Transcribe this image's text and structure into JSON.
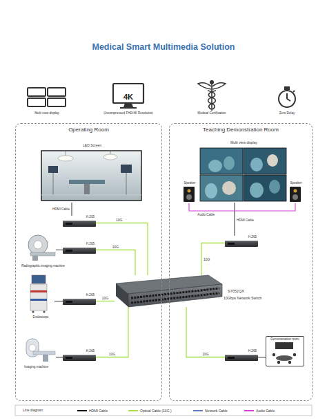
{
  "diagram": {
    "title": "Medical Smart Multimedia Solution",
    "nodes": [
      {
        "text": [
          "Operating Room"
        ]
      },
      {
        "text": [
          "Teaching Demonstration Room"
        ]
      },
      {
        "text": [
          "LED Screen"
        ],
        "in": 0
      },
      {
        "text": [
          "H.265"
        ],
        "in": 0
      },
      {
        "text": [
          "Radiographic imaging machine"
        ],
        "in": 0
      },
      {
        "text": [
          "H.265"
        ],
        "in": 0
      },
      {
        "text": [
          "Endoscope"
        ],
        "in": 0
      },
      {
        "text": [
          "H.265"
        ],
        "in": 0
      },
      {
        "text": [
          "Imaging machine"
        ],
        "in": 0
      },
      {
        "text": [
          "H.265"
        ],
        "in": 0
      },
      {
        "text": [
          "S7052QX",
          "10Gbps Network Switch"
        ]
      },
      {
        "text": [
          "Multi view display"
        ],
        "in": 1
      },
      {
        "text": [
          "Speaker"
        ],
        "in": 1
      },
      {
        "text": [
          "Speaker"
        ],
        "in": 1
      },
      {
        "text": [
          "H.265"
        ],
        "in": 1
      },
      {
        "text": [
          "H.265"
        ],
        "in": 1
      },
      {
        "text": [
          "Demonstration room"
        ],
        "in": 1
      }
    ],
    "edges": [
      {
        "from": 2,
        "to": 3,
        "label": "HDMI Cable",
        "arrow": "none"
      },
      {
        "from": 4,
        "to": 5,
        "arrow": "none"
      },
      {
        "from": 6,
        "to": 7,
        "arrow": "none"
      },
      {
        "from": 8,
        "to": 9,
        "arrow": "none"
      },
      {
        "from": 3,
        "to": 10,
        "label": "10G",
        "arrow": "none"
      },
      {
        "from": 5,
        "to": 10,
        "label": "10G",
        "arrow": "none"
      },
      {
        "from": 7,
        "to": 10,
        "label": "10G",
        "arrow": "none"
      },
      {
        "from": 9,
        "to": 10,
        "label": "10G",
        "arrow": "none"
      },
      {
        "from": 10,
        "to": 14,
        "label": "10G",
        "arrow": "none"
      },
      {
        "from": 10,
        "to": 15,
        "label": "10G",
        "arrow": "none"
      },
      {
        "from": 11,
        "to": 14,
        "label": "HDMI Cable",
        "arrow": "none"
      },
      {
        "from": 12,
        "to": 13,
        "label": "Audio Cable",
        "arrow": "none"
      },
      {
        "from": 15,
        "to": 16,
        "arrow": "none"
      }
    ],
    "labels": [
      "Multi view display",
      "4K",
      "Uncompressed FHD/4K Resolution",
      "Medical Certification",
      "Zero Delay",
      "Line diagram:"
    ],
    "legend": [
      {
        "text": "HDMI Cable",
        "color": "#111111"
      },
      {
        "text": "Optical Cable (10G )",
        "color": "#a8e04a"
      },
      {
        "text": "Network Cable",
        "color": "#5b7fc0"
      },
      {
        "text": "Audio Cable",
        "color": "#d63fd6"
      }
    ]
  }
}
